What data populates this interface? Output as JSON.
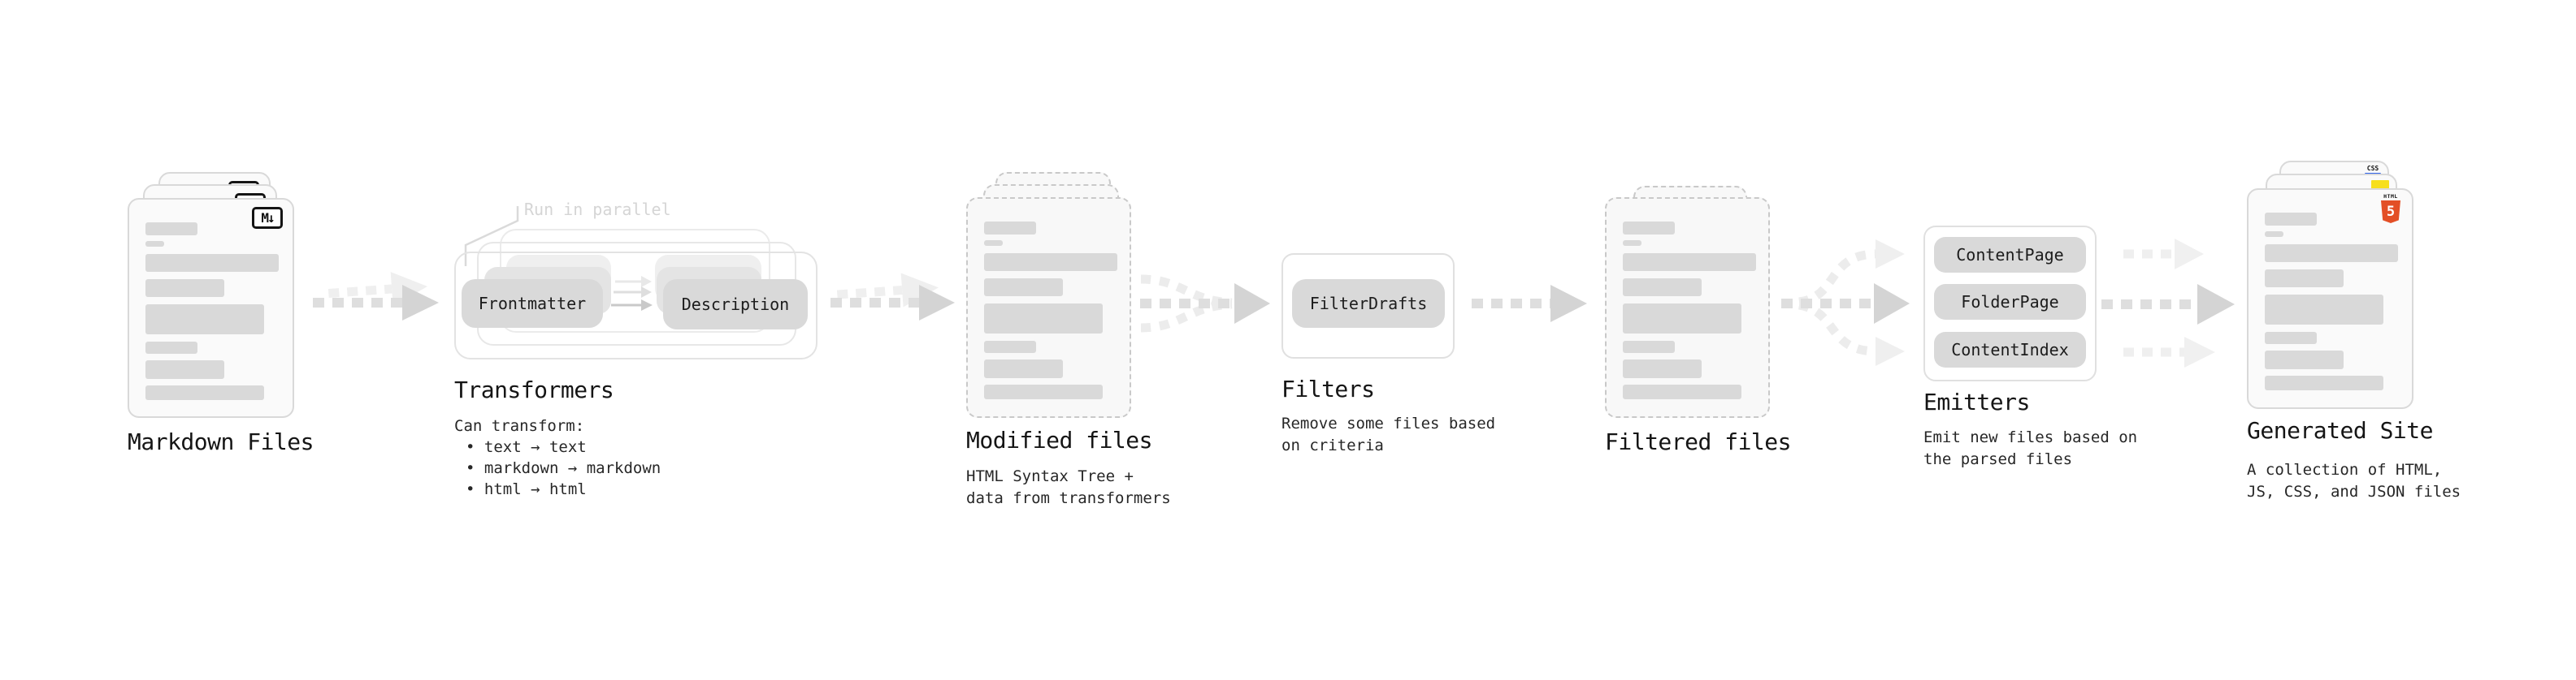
{
  "colors": {
    "background": "#ffffff",
    "card_fill": "#fafafa",
    "card_border": "#d9d9d9",
    "pill_bg": "#d9d9d9",
    "arrow_main": "#d4d4d4",
    "arrow_faint": "#efefef",
    "muted_note": "#d5d5d5",
    "accent_html5_orange": "#e34f26",
    "accent_js_yellow": "#f7df1e",
    "accent_css_blue": "#2f62e8"
  },
  "stations": {
    "markdown": {
      "title": "Markdown Files",
      "badge": "M↓"
    },
    "transformers": {
      "title": "Transformers",
      "note": "Run in parallel",
      "input_pill": "Frontmatter",
      "output_pill": "Description",
      "desc_heading": "Can transform:",
      "bullets": [
        "• text → text",
        "• markdown → markdown",
        "• html → html"
      ]
    },
    "modified": {
      "title": "Modified files",
      "desc_lines": [
        "HTML Syntax Tree +",
        "data from transformers"
      ]
    },
    "filters": {
      "title": "Filters",
      "pill": "FilterDrafts",
      "desc_lines": [
        "Remove some files based",
        "on criteria"
      ]
    },
    "filtered": {
      "title": "Filtered files"
    },
    "emitters": {
      "title": "Emitters",
      "pills": [
        "ContentPage",
        "FolderPage",
        "ContentIndex"
      ],
      "desc_lines": [
        "Emit new files based on",
        "the parsed files"
      ]
    },
    "generated": {
      "title": "Generated Site",
      "desc_lines": [
        "A collection of HTML,",
        "JS, CSS, and JSON files"
      ],
      "badge_css": "CSS",
      "badge_html_word": "HTML",
      "badge_html_number": "5"
    }
  }
}
